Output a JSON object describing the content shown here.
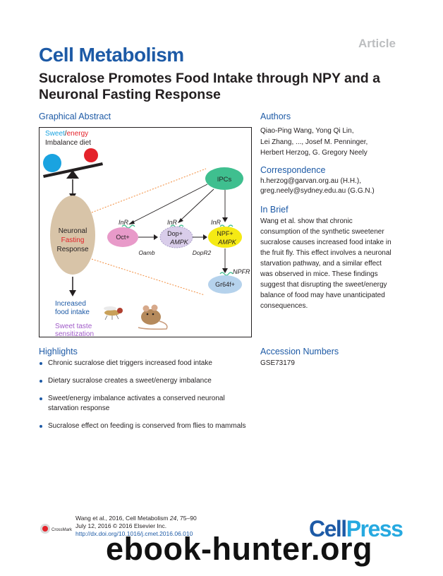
{
  "article_tag": "Article",
  "journal": "Cell Metabolism",
  "title": "Sucralose Promotes Food Intake through NPY and a Neuronal Fasting Response",
  "graphical_abstract": {
    "heading": "Graphical Abstract",
    "sweet": "Sweet",
    "slash": "/",
    "energy": "energy",
    "imbalance_diet": "Imbalance diet",
    "neuronal": "Neuronal",
    "fasting": "Fasting",
    "response": "Response",
    "increased": "Increased",
    "food_intake": "food intake",
    "sweet_taste": "Sweet taste",
    "sensitization": "sensitization",
    "ipcs": "IPCs",
    "inr_1": "InR",
    "inr_2": "InR",
    "inr_3": "InR",
    "oct": "Oct+",
    "dop": "Dop+",
    "ampk_1": "AMPK",
    "npf": "NPF+",
    "ampk_2": "AMPK",
    "oamb": "Oamb",
    "dopr2": "DopR2",
    "npfr": "NPFR",
    "gr64f": "Gr64f+",
    "colors": {
      "sweet_blue": "#1aa3e0",
      "energy_red": "#e4222a",
      "ipcs_green": "#3fbf8f",
      "oct_pink": "#e89ac9",
      "dop_purple": "#d9cdea",
      "npf_yellow": "#f5ea14",
      "gr64f_blue": "#b5d2ec",
      "neuronal_tan": "#d8c4a8",
      "dashed_orange": "#f28c3c"
    }
  },
  "authors": {
    "heading": "Authors",
    "line1": "Qiao-Ping Wang, Yong Qi Lin,",
    "line2": "Lei Zhang, ..., Josef M. Penninger,",
    "line3": "Herbert Herzog, G. Gregory Neely"
  },
  "correspondence": {
    "heading": "Correspondence",
    "email1": "h.herzog@garvan.org.au (H.H.),",
    "email2": "greg.neely@sydney.edu.au (G.G.N.)"
  },
  "in_brief": {
    "heading": "In Brief",
    "lines": [
      "Wang et al. show that chronic",
      "consumption of the synthetic sweetener",
      "sucralose causes increased food intake in",
      "the fruit fly. This effect involves a neuronal",
      "starvation pathway, and a similar effect",
      "was observed in mice. These findings",
      "suggest that disrupting the sweet/energy",
      "balance of food may have unanticipated",
      "consequences."
    ]
  },
  "highlights": {
    "heading": "Highlights",
    "items": [
      "Chronic sucralose diet triggers increased food intake",
      "Dietary sucralose creates a sweet/energy imbalance",
      "Sweet/energy imbalance activates a conserved neuronal starvation response",
      "Sucralose effect on feeding is conserved from flies to mammals"
    ]
  },
  "accession": {
    "heading": "Accession Numbers",
    "id": "GSE73179"
  },
  "citation": {
    "line1_pre": "Wang et al., 2016, Cell Metabolism ",
    "volume": "24",
    "line1_post": ", 75–90",
    "line2": "July 12, 2016 © 2016 Elsevier Inc.",
    "doi": "http://dx.doi.org/10.1016/j.cmet.2016.06.010"
  },
  "crossmark": "CrossMark",
  "publisher": {
    "part1": "Cell",
    "part2": "Press"
  },
  "watermark": "ebook-hunter.org"
}
